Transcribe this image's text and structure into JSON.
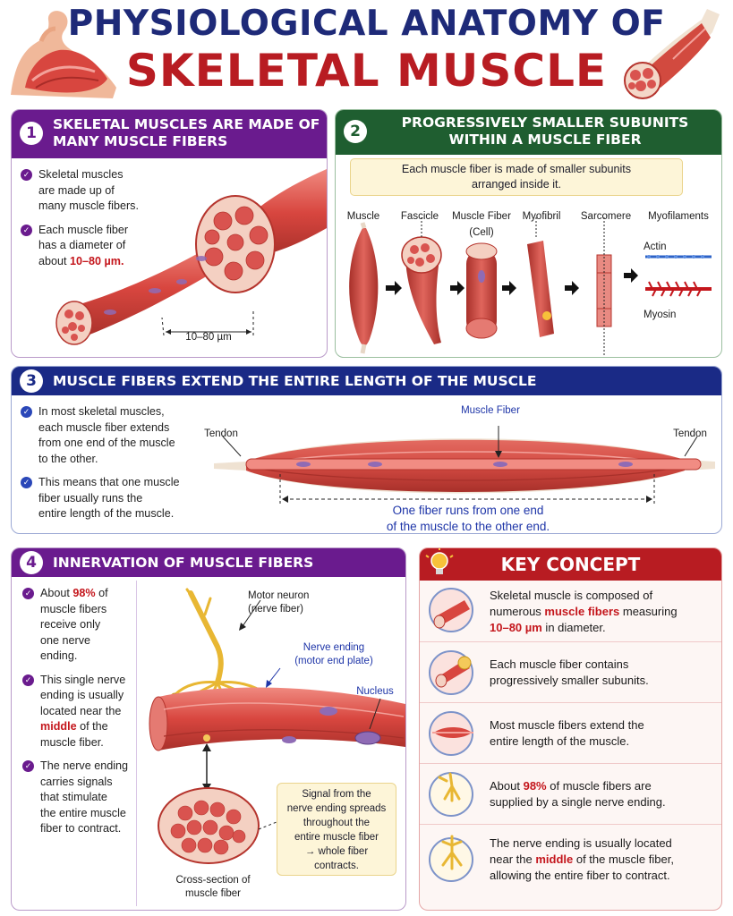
{
  "title": {
    "line1": "PHYSIOLOGICAL ANATOMY OF",
    "line2": "SKELETAL MUSCLE"
  },
  "section1": {
    "number": "1",
    "heading_line1": "SKELETAL MUSCLES ARE MADE OF",
    "heading_line2": "MANY MUSCLE FIBERS",
    "bullet1": [
      "Skeletal muscles",
      "are made up of",
      "many muscle fibers."
    ],
    "bullet2_lines": [
      "Each muscle fiber",
      "has a diameter of"
    ],
    "bullet2_prefix": "about ",
    "bullet2_highlight": "10–80 µm.",
    "dimension_label": "10–80 µm"
  },
  "section2": {
    "number": "2",
    "heading_line1": "PROGRESSIVELY SMALLER SUBUNITS",
    "heading_line2": "WITHIN A MUSCLE FIBER",
    "callout_line1": "Each muscle fiber is made of smaller subunits",
    "callout_line2": "arranged inside it.",
    "labels": {
      "muscle": "Muscle",
      "fascicle": "Fascicle",
      "fiber": "Muscle Fiber",
      "fiber_sub": "(Cell)",
      "myofibril": "Myofibril",
      "sarcomere": "Sarcomere",
      "myofilaments": "Myofilaments",
      "actin": "Actin",
      "myosin": "Myosin"
    }
  },
  "section3": {
    "number": "3",
    "heading": "MUSCLE FIBERS EXTEND THE ENTIRE LENGTH OF THE MUSCLE",
    "bullet1": [
      "In most skeletal muscles,",
      "each muscle fiber extends",
      "from one end of the muscle",
      "to the other."
    ],
    "bullet2": [
      "This means that one muscle",
      "fiber usually runs the",
      "entire length of the muscle."
    ],
    "tendon_left": "Tendon",
    "tendon_right": "Tendon",
    "fiber_label": "Muscle Fiber",
    "caption_line1": "One fiber runs from one end",
    "caption_line2": "of the muscle to the other end."
  },
  "section4": {
    "number": "4",
    "heading": "INNERVATION OF MUSCLE FIBERS",
    "bullet1_prefix": "About ",
    "bullet1_highlight": "98%",
    "bullet1_suffix": " of",
    "bullet1_rest": [
      "muscle fibers",
      "receive only",
      "one nerve",
      "ending."
    ],
    "bullet2_lines": [
      "This single nerve",
      "ending is usually",
      "located near the"
    ],
    "bullet2_highlight": "middle",
    "bullet2_after": " of the",
    "bullet2_last": "muscle fiber.",
    "bullet3": [
      "The nerve ending",
      "carries signals",
      "that stimulate",
      "the entire muscle",
      "fiber to contract."
    ],
    "motor_neuron_line1": "Motor neuron",
    "motor_neuron_line2": "(nerve fiber)",
    "nerve_ending_line1": "Nerve ending",
    "nerve_ending_line2": "(motor end plate)",
    "nucleus": "Nucleus",
    "cross_section_line1": "Cross-section of",
    "cross_section_line2": "muscle fiber",
    "signal_lines": [
      "Signal from the",
      "nerve ending spreads",
      "throughout the",
      "entire muscle fiber",
      "→ whole fiber",
      "contracts."
    ]
  },
  "key_concept": {
    "heading": "KEY CONCEPT",
    "item1_line1": "Skeletal muscle is composed of",
    "item1_line2_prefix": "numerous ",
    "item1_line2_highlight": "muscle fibers",
    "item1_line2_suffix": " measuring",
    "item1_line3_highlight": "10–80 µm",
    "item1_line3_suffix": " in diameter.",
    "item2": [
      "Each muscle fiber contains",
      "progressively smaller subunits."
    ],
    "item3": [
      "Most muscle fibers extend the",
      "entire length of the muscle."
    ],
    "item4_prefix": "About ",
    "item4_highlight": "98%",
    "item4_suffix": " of muscle fibers are",
    "item4_line2": "supplied by a single nerve ending.",
    "item5_line1": "The nerve ending is usually located",
    "item5_line2_prefix": "near the ",
    "item5_line2_highlight": "middle",
    "item5_line2_suffix": " of the muscle fiber,",
    "item5_line3": "allowing the entire fiber to contract."
  },
  "colors": {
    "purple": "#6a1b8e",
    "green": "#1f5e30",
    "navy": "#1a2a86",
    "red": "#b81c22",
    "muscle": "#d9534f",
    "nerve": "#e8b733"
  }
}
